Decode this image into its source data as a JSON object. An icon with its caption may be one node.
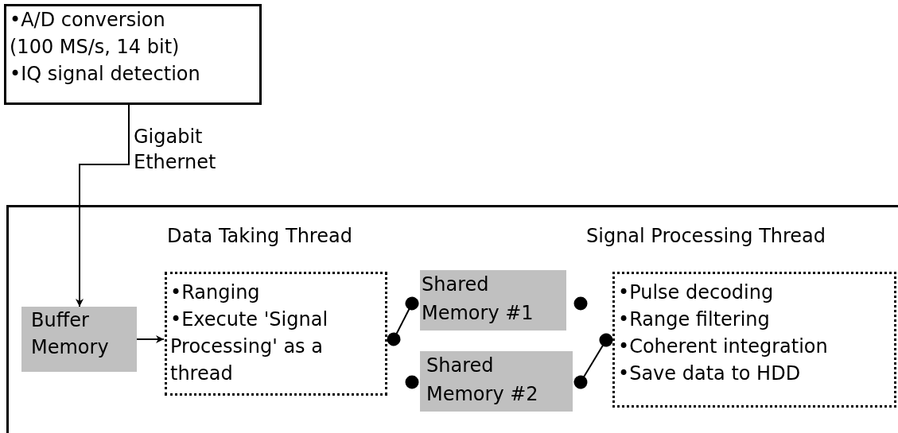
{
  "diagram": {
    "nodes": [
      {
        "text": [
          "•A/D conversion (100 MS/s, 14 bit)",
          "•IQ signal detection"
        ]
      },
      {
        "text": [],
        "shape": "box"
      },
      {
        "text": [
          "Buffer Memory"
        ],
        "in": 1
      },
      {
        "text": [
          "Data Taking Thread",
          "•Ranging",
          "•Execute 'Signal Processing' as a thread"
        ],
        "in": 1
      },
      {
        "text": [
          "Shared Memory #1"
        ],
        "in": 1
      },
      {
        "text": [
          "Shared Memory #2"
        ],
        "in": 1
      },
      {
        "text": [
          "Signal Processing Thread",
          "•Pulse decoding",
          "•Range filtering",
          "•Coherent integration",
          "•Save data to HDD"
        ],
        "in": 1
      }
    ],
    "edges": [
      {
        "from": 0,
        "to": 2,
        "arrow": "to",
        "label": "Gigabit Ethernet"
      },
      {
        "from": 2,
        "to": 3,
        "arrow": "to"
      },
      {
        "from": 3,
        "to": 4,
        "arrow": "other"
      },
      {
        "from": 5,
        "to": 6,
        "arrow": "other"
      }
    ]
  }
}
